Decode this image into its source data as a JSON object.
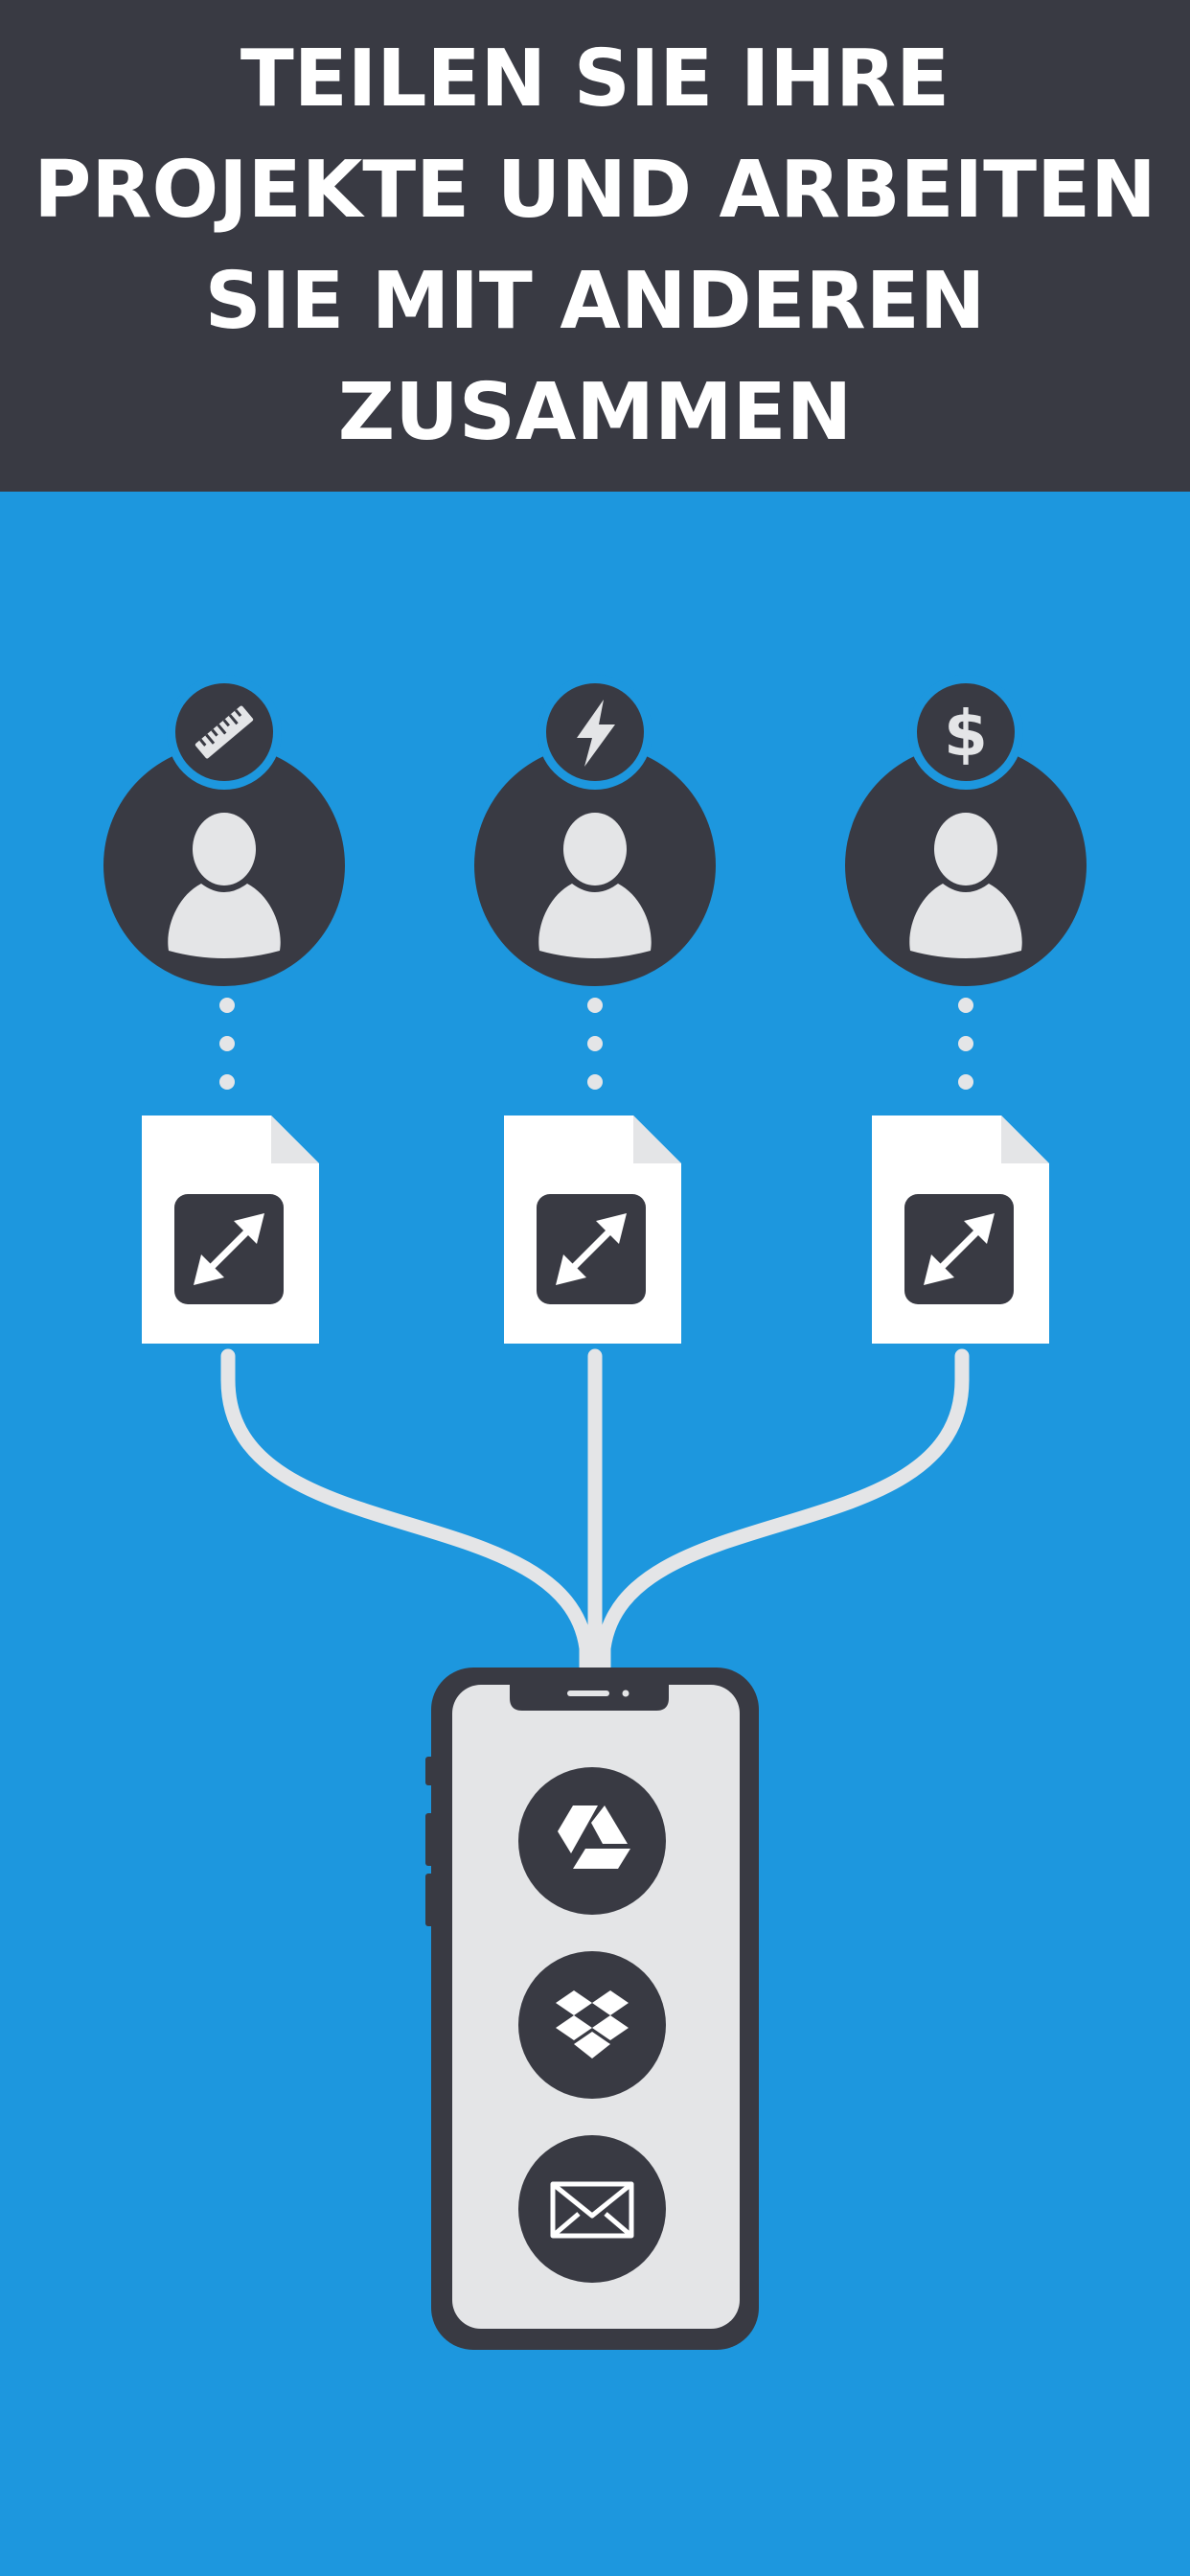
{
  "headline": {
    "lines": [
      "TEILEN SIE IHRE",
      "PROJEKTE UND ARBEITEN",
      "SIE MIT ANDEREN",
      "ZUSAMMEN"
    ]
  },
  "colors": {
    "background_blue": "#1d97de",
    "header_dark": "#393a43",
    "icon_dark": "#393a43",
    "light_gray": "#e4e5e7",
    "white": "#ffffff"
  },
  "collaborators": [
    {
      "badge_icon": "ruler-icon"
    },
    {
      "badge_icon": "lightning-icon"
    },
    {
      "badge_icon": "dollar-icon",
      "badge_text": "$"
    }
  ],
  "documents": [
    {
      "icon": "resize-arrows-icon"
    },
    {
      "icon": "resize-arrows-icon"
    },
    {
      "icon": "resize-arrows-icon"
    }
  ],
  "phone": {
    "share_targets": [
      {
        "icon": "google-drive-icon"
      },
      {
        "icon": "dropbox-icon"
      },
      {
        "icon": "mail-icon"
      }
    ]
  }
}
